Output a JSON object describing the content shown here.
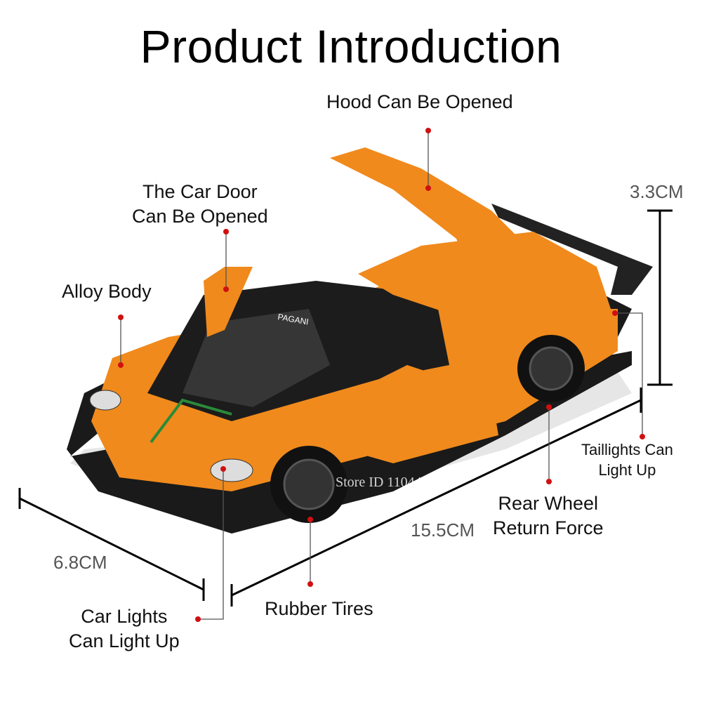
{
  "title": "Product Introduction",
  "labels": {
    "hood": "Hood Can Be Opened",
    "door_line1": "The Car Door",
    "door_line2": "Can Be Opened",
    "alloy": "Alloy Body",
    "taillights_line1": "Taillights Can",
    "taillights_line2": "Light Up",
    "rear_wheel_line1": "Rear Wheel",
    "rear_wheel_line2": "Return Force",
    "rubber": "Rubber Tires",
    "lights_line1": "Car Lights",
    "lights_line2": "Can Light Up"
  },
  "dimensions": {
    "height": "3.3CM",
    "length": "15.5CM",
    "width": "6.8CM"
  },
  "watermark": "Store ID 1104404281",
  "car_badge": "PAGANI",
  "colors": {
    "body": "#f08a1c",
    "trim": "#1a1a1a",
    "marker": "#d01010",
    "accent_stripe": "#2a8a3a"
  }
}
